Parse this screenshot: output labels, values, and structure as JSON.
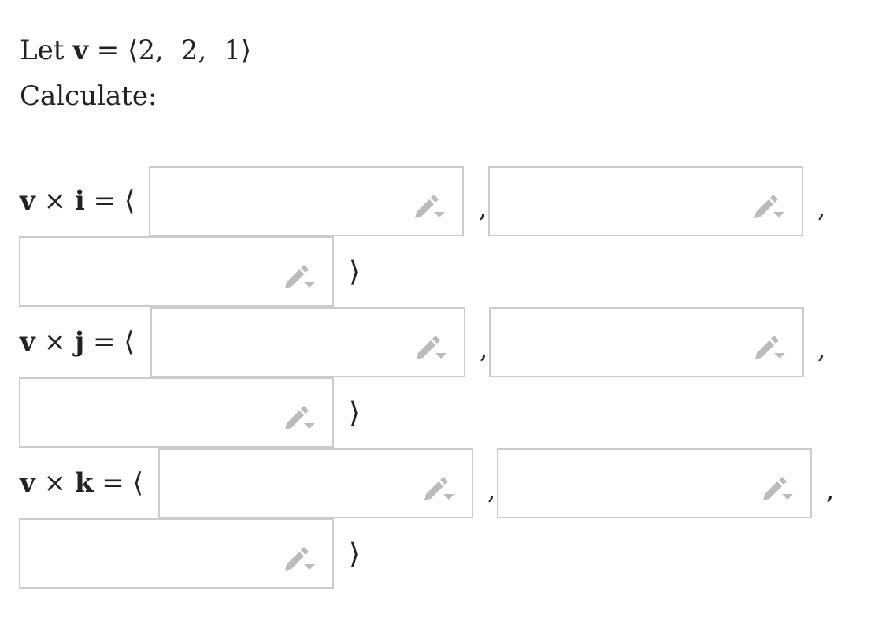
{
  "problem": {
    "let_word": "Let",
    "vector_symbol": "v",
    "equals": "=",
    "open_angle": "⟨",
    "components": [
      "2,",
      "2,",
      "1"
    ],
    "close_angle": "⟩",
    "instruction": "Calculate:"
  },
  "rows": [
    {
      "vector": "v",
      "times": "×",
      "unit": "i",
      "equals": "=",
      "open": "⟨",
      "separator": ",",
      "close": "⟩"
    },
    {
      "vector": "v",
      "times": "×",
      "unit": "j",
      "equals": "=",
      "open": "⟨",
      "separator": ",",
      "close": "⟩"
    },
    {
      "vector": "v",
      "times": "×",
      "unit": "k",
      "equals": "=",
      "open": "⟨",
      "separator": ",",
      "close": "⟩"
    }
  ],
  "icons": {
    "input_icon": "pencil-dropdown-icon"
  },
  "colors": {
    "text": "#222222",
    "input_border": "#cccccc",
    "icon": "#bbbbbb"
  }
}
